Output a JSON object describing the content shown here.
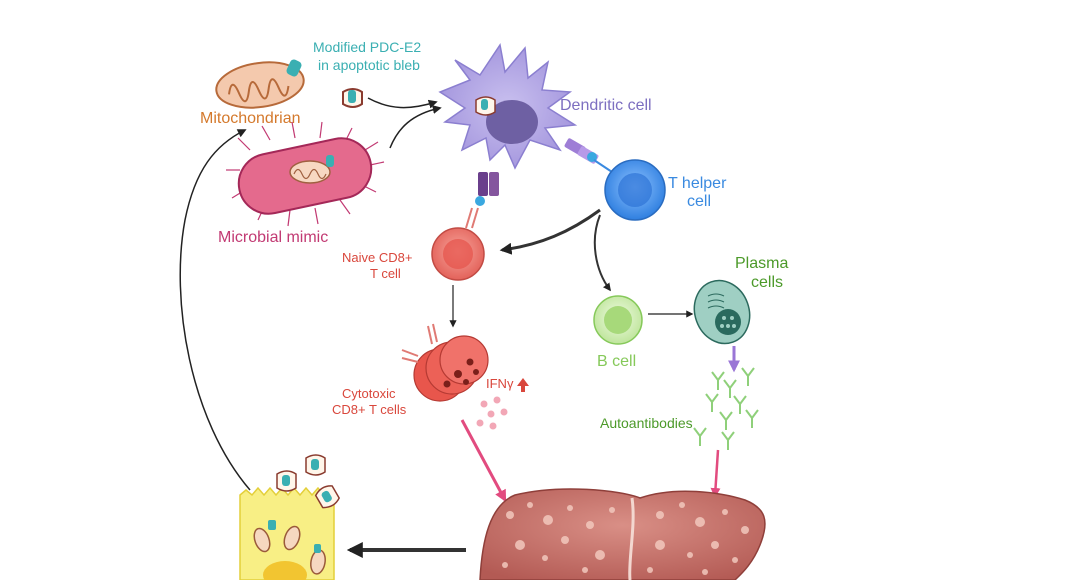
{
  "labels": {
    "modified_pdc": [
      "Modified PDC-E2",
      "in apoptotic bleb"
    ],
    "mitochondrian": "Mitochondrian",
    "microbial_mimic": "Microbial mimic",
    "dendritic_cell": "Dendritic cell",
    "t_helper": [
      "T helper",
      "cell"
    ],
    "naive_cd8": [
      "Naive CD8+",
      "T cell"
    ],
    "cytotoxic": [
      "Cytotoxic",
      "CD8+ T cells"
    ],
    "ifng": "IFNγ",
    "b_cell": "B cell",
    "plasma": [
      "Plasma",
      "cells"
    ],
    "autoantibodies": "Autoantibodies"
  },
  "colors": {
    "modified_pdc": "#3aafb2",
    "mitochondrian": "#d4792c",
    "microbial_mimic": "#c23a73",
    "dendritic_cell": "#7d6fc0",
    "t_helper": "#3a8ae0",
    "naive_cd8": "#d9473c",
    "b_cell": "#86c95a",
    "plasma": "#4c9a2a",
    "autoantibodies": "#4c9a2a",
    "ifng_arrow": "#d9473c"
  },
  "icons": {
    "ifng_up": "up-arrow-icon"
  }
}
